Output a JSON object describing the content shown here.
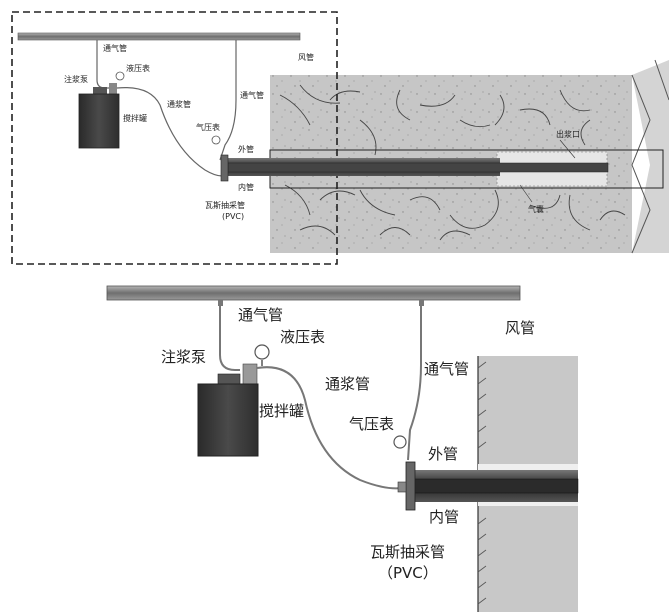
{
  "top_diagram": {
    "labels": {
      "air_duct": "风管",
      "vent_pipe_1": "通气管",
      "grout_pump": "注浆泵",
      "hydraulic_gauge": "液压表",
      "mixing_tank": "搅拌罐",
      "grout_pipe": "通浆管",
      "vent_pipe_2": "通气管",
      "air_gauge": "气压表",
      "outer_pipe": "外管",
      "inner_pipe": "内管",
      "gas_pipe": "瓦斯抽采管",
      "pvc": "(PVC)",
      "outlet": "出浆口",
      "air_bag": "气囊"
    }
  },
  "bottom_diagram": {
    "labels": {
      "air_duct": "风管",
      "vent_pipe_1": "通气管",
      "hydraulic_gauge": "液压表",
      "grout_pump": "注浆泵",
      "grout_pipe": "通浆管",
      "vent_pipe_2": "通气管",
      "mixing_tank": "搅拌罐",
      "air_gauge": "气压表",
      "outer_pipe": "外管",
      "inner_pipe": "内管",
      "gas_pipe": "瓦斯抽采管",
      "pvc": "（PVC）"
    }
  },
  "colors": {
    "rock": "#c9c9c9",
    "pipe_dark": "#3a3a3a",
    "tank": "#3d3d3d",
    "duct": "#8d8d8d"
  }
}
